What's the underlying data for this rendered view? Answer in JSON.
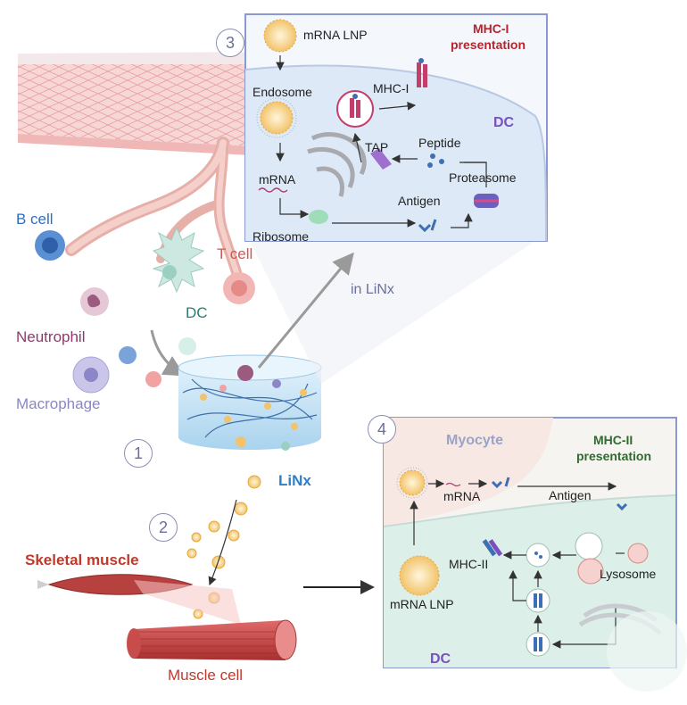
{
  "steps": {
    "s1": "1",
    "s2": "2",
    "s3": "3",
    "s4": "4"
  },
  "labels": {
    "b_cell": "B cell",
    "t_cell": "T cell",
    "dc": "DC",
    "neutrophil": "Neutrophil",
    "macrophage": "Macrophage",
    "linx": "LiNx",
    "in_linx": "in LiNx",
    "skeletal_muscle": "Skeletal muscle",
    "muscle_cell": "Muscle cell"
  },
  "panel3": {
    "mrna_lnp": "mRNA LNP",
    "title_line1": "MHC-I",
    "title_line2": "presentation",
    "mhc_i": "MHC-I",
    "endosome": "Endosome",
    "dc": "DC",
    "tap": "TAP",
    "peptide": "Peptide",
    "mrna": "mRNA",
    "proteasome": "Proteasome",
    "antigen": "Antigen",
    "ribosome": "Ribosome"
  },
  "panel4": {
    "myocyte": "Myocyte",
    "title_line1": "MHC-II",
    "title_line2": "presentation",
    "mrna": "mRNA",
    "antigen": "Antigen",
    "mhc_ii": "MHC-II",
    "lysosome": "Lysosome",
    "mrna_lnp": "mRNA LNP",
    "dc": "DC"
  },
  "colors": {
    "panel_border": "#8a9ad0",
    "mhc1_title": "#b3262e",
    "mhc2_title": "#2f6b2f",
    "dc_label": "#7a4fc0",
    "b_cell": "#2e6fbf",
    "t_cell": "#d9534f",
    "neutrophil": "#8e3b6b",
    "macrophage": "#8a86c8",
    "linx": "#2e7fc9",
    "skeletal_muscle": "#c0392b",
    "muscle_cell": "#c0392b",
    "myocyte": "#9aa3c8"
  }
}
